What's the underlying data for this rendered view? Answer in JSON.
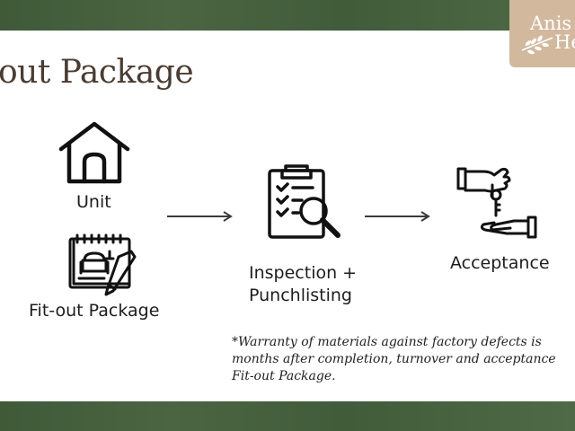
{
  "slide": {
    "title": "out Package",
    "logo": {
      "line1": "Anis",
      "line2": "He"
    },
    "steps": [
      {
        "label": "Unit",
        "icon": "house-icon"
      },
      {
        "label": "Fit-out Package",
        "icon": "sketchbook-icon"
      },
      {
        "label_line1": "Inspection +",
        "label_line2": "Punchlisting",
        "icon": "clipboard-checklist-icon"
      },
      {
        "label": "Acceptance",
        "icon": "key-handover-icon"
      }
    ],
    "note_lines": [
      "*Warranty of materials against factory defects is",
      "months after completion, turnover and acceptance",
      "Fit-out Package."
    ],
    "colors": {
      "band": "#4b6543",
      "logo_bg": "#d2b89c",
      "title": "#4a3c32"
    }
  }
}
